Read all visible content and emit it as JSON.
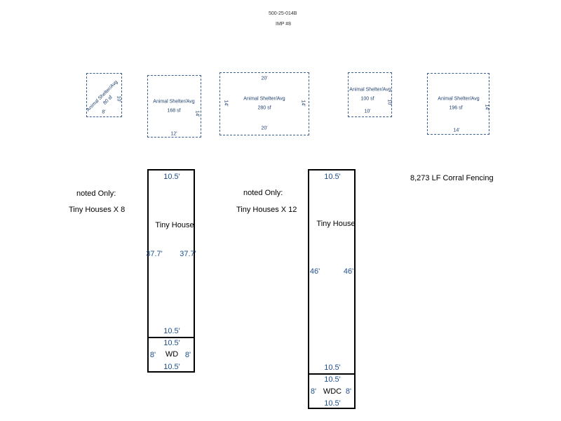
{
  "header": {
    "code": "500-25-014B",
    "imp": "IMP #8"
  },
  "shelters": [
    {
      "label": "Animal Shelter/Avg",
      "area": "80 sf",
      "width": "8'",
      "depth": "10'"
    },
    {
      "label": "Animal Shelter/Avg",
      "area": "168 sf",
      "width": "12'",
      "depth": "14'"
    },
    {
      "label": "Animal Shelter/Avg",
      "area": "280 sf",
      "width": "20'",
      "depth": "14'"
    },
    {
      "label": "Animal Shelter/Avg",
      "area": "100 sf",
      "width": "10'",
      "depth": "10'"
    },
    {
      "label": "Animal Shelter/Avg",
      "area": "196 sf",
      "width": "14'",
      "depth": "14'"
    }
  ],
  "notes": {
    "noted1": "noted Only:",
    "count1": "Tiny Houses X 8",
    "noted2": "noted Only:",
    "count2": "Tiny Houses X 12",
    "fencing": "8,273 LF Corral Fencing"
  },
  "house1": {
    "label": "Tiny House",
    "top": "10.5'",
    "bottom": "10.5'",
    "left": "37.7'",
    "right": "37.7'",
    "annex": {
      "label": "WD",
      "top": "10.5'",
      "bottom": "10.5'",
      "left": "8'",
      "right": "8'"
    }
  },
  "house2": {
    "label": "Tiny House",
    "top": "10.5'",
    "bottom": "10.5'",
    "left": "46'",
    "right": "46'",
    "annex": {
      "label": "WDC",
      "top": "10.5'",
      "bottom": "10.5'",
      "left": "8'",
      "right": "8'"
    }
  }
}
